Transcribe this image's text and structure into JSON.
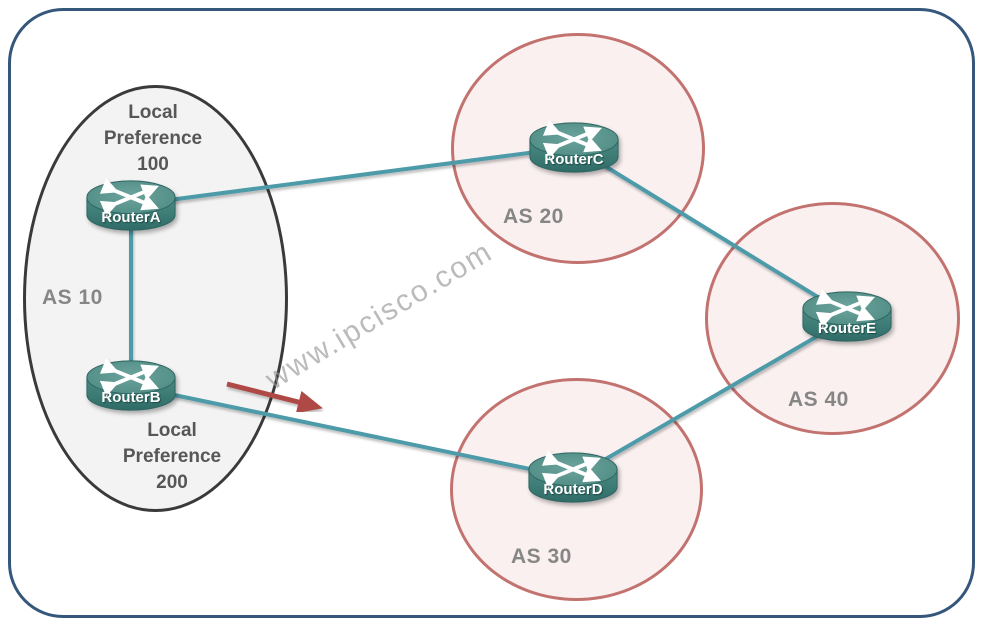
{
  "watermark": "www.ipcisco.com",
  "as10": {
    "label": "AS 10",
    "local_preference_top": [
      "Local",
      "Preference",
      "100"
    ],
    "local_preference_bottom": [
      "Local",
      "Preference",
      "200"
    ]
  },
  "as20": {
    "label": "AS 20"
  },
  "as30": {
    "label": "AS 30"
  },
  "as40": {
    "label": "AS 40"
  },
  "routers": {
    "router_a": "RouterA",
    "router_b": "RouterB",
    "router_c": "RouterC",
    "router_d": "RouterD",
    "router_e": "RouterE"
  },
  "links": [
    {
      "from": "RouterA",
      "to": "RouterB"
    },
    {
      "from": "RouterA",
      "to": "RouterC"
    },
    {
      "from": "RouterC",
      "to": "RouterE"
    },
    {
      "from": "RouterB",
      "to": "RouterD"
    },
    {
      "from": "RouterD",
      "to": "RouterE"
    }
  ],
  "arrow": {
    "meaning": "preferred outbound path from RouterB"
  },
  "colors": {
    "frame_border": "#35577b",
    "link_teal": "#4e9aa8",
    "arrow_red": "#ae4a45",
    "as_circle_border": "#c3736f",
    "as_circle_fill": "#faf0f0",
    "as10_border": "#3a3a3a",
    "as10_fill": "#f3f3f3",
    "router_body_teal": "#41807a",
    "as_label_grey": "#868686",
    "note_text_grey": "#575757"
  }
}
